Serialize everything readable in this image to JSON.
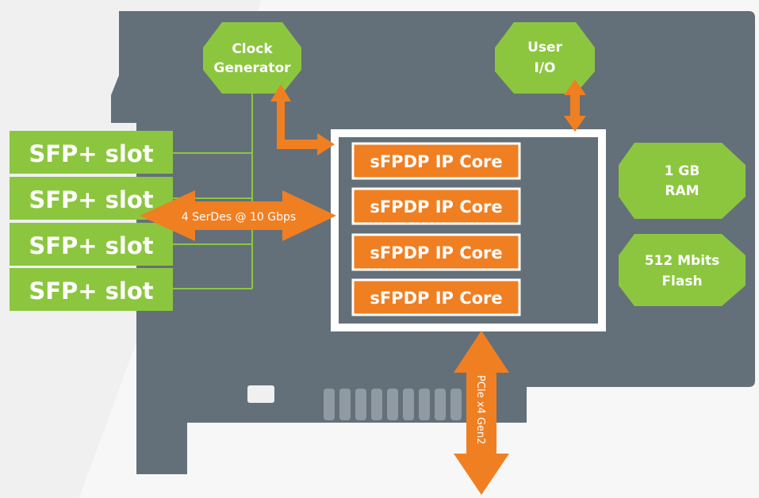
{
  "colors": {
    "background": "#ffffff",
    "backdrop": "#f0f0f0",
    "board": "#637079",
    "green": "#8cc63f",
    "orange": "#f07f22",
    "white": "#ffffff",
    "finger": "#8f9aa2"
  },
  "clock": {
    "line1": "Clock",
    "line2": "Generator"
  },
  "user_io": {
    "line1": "User",
    "line2": "I/O"
  },
  "ram": {
    "line1": "1 GB",
    "line2": "RAM"
  },
  "flash": {
    "line1": "512 Mbits",
    "line2": "Flash"
  },
  "sfp_slots": [
    "SFP+ slot",
    "SFP+ slot",
    "SFP+ slot",
    "SFP+ slot"
  ],
  "cores": [
    "sFPDP IP Core",
    "sFPDP IP Core",
    "sFPDP IP Core",
    "sFPDP IP Core"
  ],
  "serdes_label": "4 SerDes @ 10 Gbps",
  "pcie_label": "PCIe x4 Gen2"
}
